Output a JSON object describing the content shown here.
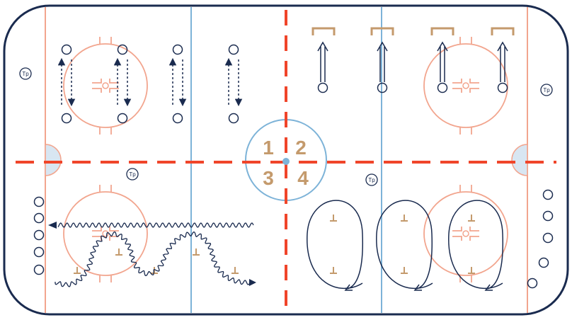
{
  "colors": {
    "boards": "#1a2b4f",
    "red_line": "#f0452a",
    "blue_line": "#7db3d8",
    "faceoff": "#f2a58e",
    "crease": "#d8e6f2",
    "player": "#1a2b4f",
    "path": "#1a2b4f",
    "cone": "#c49a6c",
    "zone_numbers": "#c49a6c"
  },
  "zone_numbers": [
    "1",
    "2",
    "3",
    "4"
  ],
  "coach_marker": "Tp",
  "icons": {
    "player": "circle-icon",
    "cone": "cone-icon",
    "net": "net-icon",
    "coach": "coach-icon"
  }
}
